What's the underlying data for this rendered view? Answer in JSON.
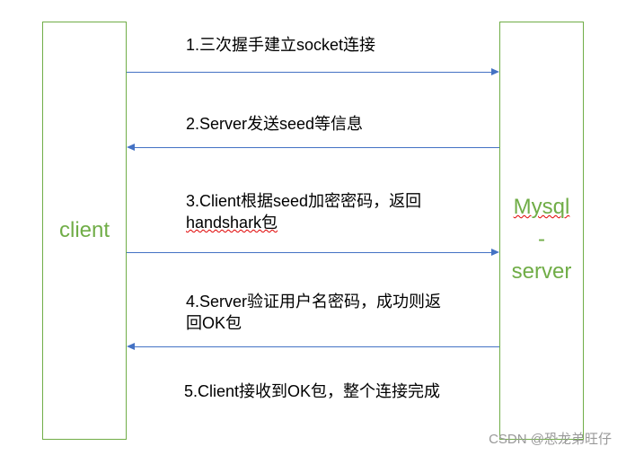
{
  "client": {
    "label": "client"
  },
  "server": {
    "label_line1": "Mysql",
    "label_line2": "-",
    "label_line3": "server"
  },
  "messages": [
    {
      "step": "1.三次握手建立socket连接",
      "direction": "client-to-server"
    },
    {
      "step": "2.Server发送seed等信息",
      "direction": "server-to-client"
    },
    {
      "step_line1": "3.Client根据seed加密密码，返回",
      "step_line2": "handshark包",
      "direction": "client-to-server"
    },
    {
      "step_line1": "4.Server验证用户名密码，成功则返",
      "step_line2": "回OK包",
      "direction": "server-to-client"
    },
    {
      "step": "5.Client接收到OK包，整个连接完成"
    }
  ],
  "watermark": "CSDN @恐龙弟旺仔",
  "colors": {
    "box_border": "#70ad47",
    "box_text": "#70ad47",
    "arrow": "#4472c4"
  }
}
